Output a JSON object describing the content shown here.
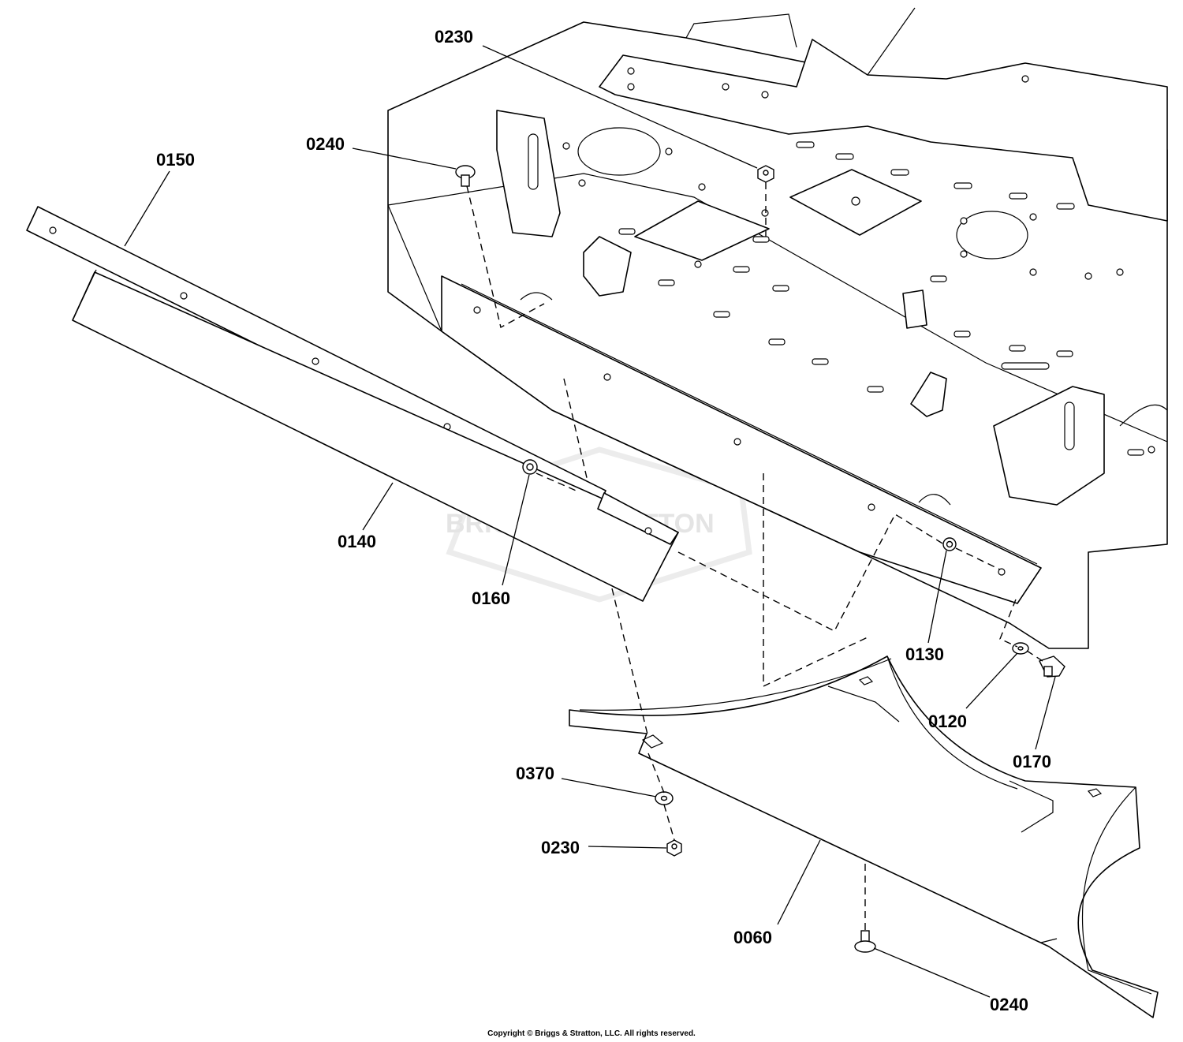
{
  "callouts": [
    {
      "id": "0230",
      "label": "0230"
    },
    {
      "id": "0240",
      "label": "0240"
    },
    {
      "id": "0150",
      "label": "0150"
    },
    {
      "id": "0140",
      "label": "0140"
    },
    {
      "id": "0160",
      "label": "0160"
    },
    {
      "id": "0130",
      "label": "0130"
    },
    {
      "id": "0120",
      "label": "0120"
    },
    {
      "id": "0170",
      "label": "0170"
    },
    {
      "id": "0370",
      "label": "0370"
    },
    {
      "id": "0230b",
      "label": "0230"
    },
    {
      "id": "0060",
      "label": "0060"
    },
    {
      "id": "0240b",
      "label": "0240"
    }
  ],
  "watermark": "BRIGGS&STRATTON",
  "copyright": "Copyright © Briggs & Stratton, LLC. All rights reserved."
}
